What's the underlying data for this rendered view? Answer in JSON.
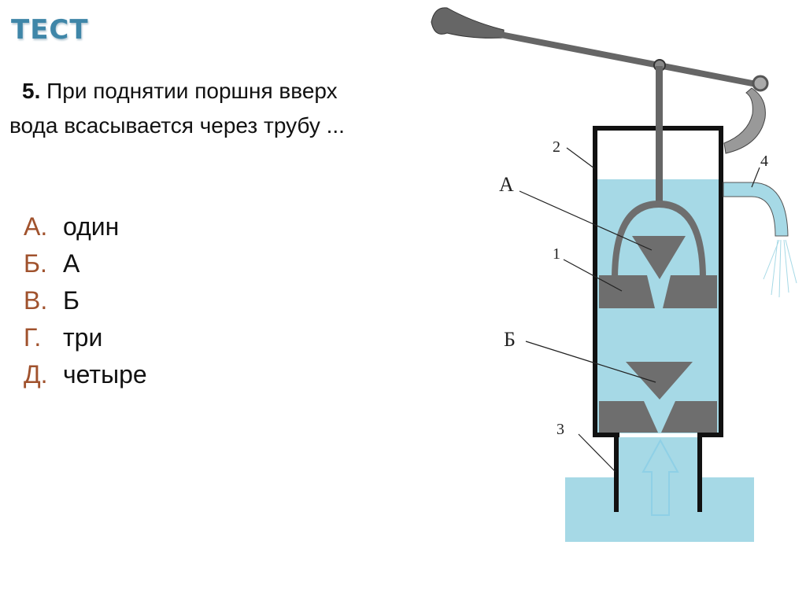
{
  "header": {
    "title": "ТЕСТ"
  },
  "question": {
    "number": "5.",
    "line1": "При поднятии поршня вверх",
    "line2": "вода всасывается через трубу ..."
  },
  "answers": [
    {
      "letter": "А.",
      "text": "один"
    },
    {
      "letter": "Б.",
      "text": "А"
    },
    {
      "letter": "В.",
      "text": "Б"
    },
    {
      "letter": "Г.",
      "text": "три"
    },
    {
      "letter": "Д.",
      "text": "четыре"
    }
  ],
  "diagram": {
    "labels": {
      "valve_a": "А",
      "valve_b": "Б"
    },
    "numbers": {
      "piston": "1",
      "cylinder": "2",
      "intake_pipe": "3",
      "spout": "4"
    },
    "colors": {
      "water": "#a6d9e6",
      "metal": "#6e6e6e",
      "wall": "#111111",
      "arrow": "#8fd0e6"
    }
  }
}
